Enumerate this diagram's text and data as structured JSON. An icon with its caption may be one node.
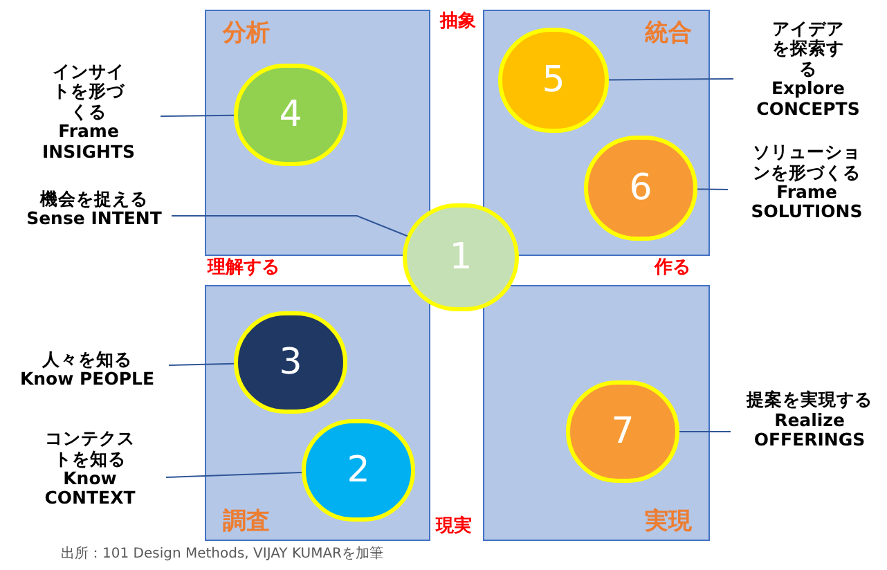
{
  "diagram": {
    "caption": "出所：101 Design Methods, VIJAY KUMARを加筆",
    "nodes": [
      {
        "text": [
          "分析"
        ]
      },
      {
        "text": [
          "4"
        ],
        "in": 0
      },
      {
        "text": [
          "統合"
        ]
      },
      {
        "text": [
          "5"
        ],
        "in": 2
      },
      {
        "text": [
          "6"
        ],
        "in": 2
      },
      {
        "text": [
          "1"
        ]
      },
      {
        "text": [
          "調査"
        ]
      },
      {
        "text": [
          "3"
        ],
        "in": 6
      },
      {
        "text": [
          "2"
        ],
        "in": 6
      },
      {
        "text": [
          "実現"
        ]
      },
      {
        "text": [
          "7"
        ],
        "in": 9
      },
      {
        "text": [
          "インサイトを形づくる",
          "Frame INSIGHTS"
        ]
      },
      {
        "text": [
          "機会を捉える",
          "Sense INTENT"
        ]
      },
      {
        "text": [
          "アイデアを探索する",
          "Explore CONCEPTS"
        ]
      },
      {
        "text": [
          "ソリューションを形づくる",
          "Frame SOLUTIONS"
        ]
      },
      {
        "text": [
          "人々を知る",
          "Know PEOPLE"
        ]
      },
      {
        "text": [
          "コンテクストを知る",
          "Know CONTEXT"
        ]
      },
      {
        "text": [
          "提案を実現する",
          "Realize OFFERINGS"
        ]
      }
    ],
    "edges": [
      {
        "from": 11,
        "to": 1,
        "arrow": "none"
      },
      {
        "from": 12,
        "to": 5,
        "arrow": "none"
      },
      {
        "from": 13,
        "to": 3,
        "arrow": "none"
      },
      {
        "from": 14,
        "to": 4,
        "arrow": "none"
      },
      {
        "from": 15,
        "to": 7,
        "arrow": "none"
      },
      {
        "from": 16,
        "to": 8,
        "arrow": "none"
      },
      {
        "from": 17,
        "to": 10,
        "arrow": "none"
      }
    ],
    "labels": [
      "抽象",
      "理解する",
      "作る",
      "現実"
    ]
  }
}
